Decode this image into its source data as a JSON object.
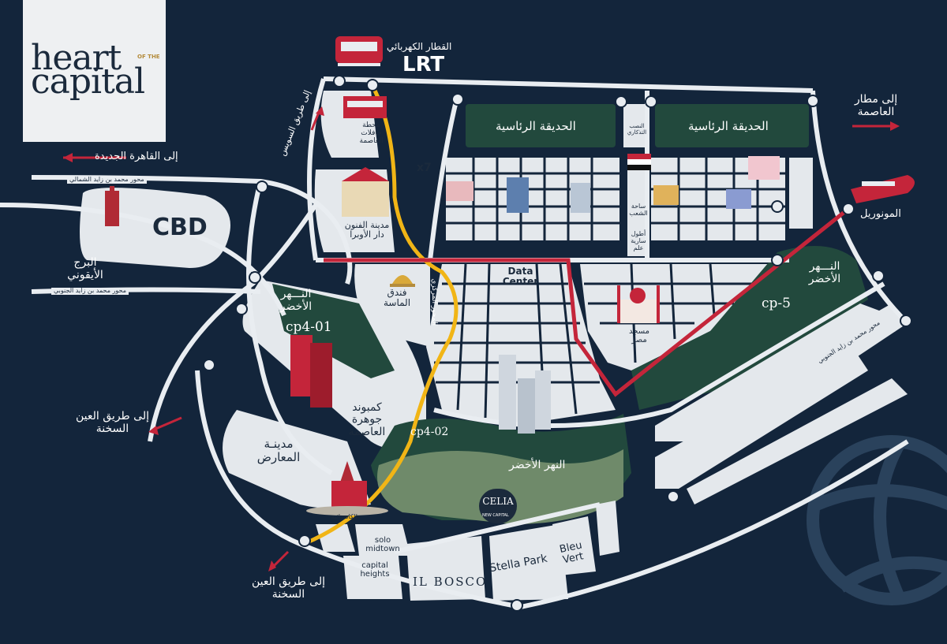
{
  "brand": {
    "logo_heart": "heart",
    "logo_of_the": "OF THE",
    "logo_capital": "capital"
  },
  "colors": {
    "background": "#13253b",
    "block_light": "#e4e8ec",
    "green_zone": "#22493d",
    "road_white": "#e9edf1",
    "lrt_line": "#f1b516",
    "monorail_line": "#c4253a",
    "arrow": "#c4253a"
  },
  "transit": {
    "lrt_ar": "القطار الكهربائي",
    "lrt_en": "LRT",
    "monorail": "المونوريل"
  },
  "directions": {
    "cairo_new": "إلى القاهرة الجديدة",
    "suez_road": "إلى طريق السويس",
    "airport": "إلى مطار العاصمة",
    "sokhna_1": "إلى طريق العين السخنة",
    "sokhna_2": "إلى طريق العين السخنة"
  },
  "roads": {
    "mbz_north": "محور محمد بن زايد الشمالي",
    "mbz_south": "محور محمد بن زايد الجنوبي",
    "central_axis": "المحور المركزي",
    "mbz_south_right": "محور محمد بن زايد الجنوبي"
  },
  "zones": {
    "presidential_park_1": "الحديقة الرئاسية",
    "presidential_park_2": "الحديقة الرئاسية",
    "cbd": "CBD",
    "iconic_tower": "البرج الأيقوني",
    "green_river_left": "النـــهر الأخضر",
    "green_river_right": "النـــهر الأخضر",
    "green_river_center": "النهر الأخضر",
    "cp4_01": "cp4-01",
    "cp4_02": "cp4-02",
    "cp5": "cp-5",
    "jawhara": "كمبوند جوهرة العاصمة",
    "exhibitions": "مدينـة المعارض",
    "cathedral": "الكاتدرائية",
    "almasa": "فندق الماسة",
    "opera": "مدينة الفنون دار الأوبرا",
    "bus_station": "محطة حافلات العاصمة",
    "data_center": "Data Center",
    "misr_mosque": "مسجد مصر",
    "x7": "x7",
    "flag_pole": "أطول سارية علم",
    "people_square": "ساحة الشعب",
    "memorial": "النصب التذكاري"
  },
  "projects": {
    "celia": "CELIA",
    "celia_sub": "NEW CAPITAL",
    "il_bosco": "IL BOSCO",
    "stella_park": "Stella Park",
    "bleu_vert": "Bleu Vert",
    "solo_midtown": "solo midtown",
    "capital_heights": "capital heights"
  }
}
